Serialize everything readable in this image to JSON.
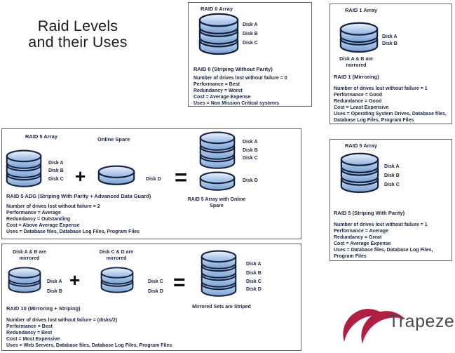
{
  "title": {
    "line1": "Raid Levels",
    "line2": "and their Uses"
  },
  "symbols": {
    "plus": "+",
    "equals": "="
  },
  "panels": {
    "raid0": {
      "array_label": "RAID 0 Array",
      "disks": [
        "Disk A",
        "Disk B",
        "Disk C"
      ],
      "subtitle": "RAID 0 (Striping Without Parity)",
      "stats": [
        "Number of drives lost without failure = 0",
        "Performance = Best",
        "Redundancy = Worst",
        "Cost = Average Expense",
        "Uses = Non Mission Critical systems"
      ]
    },
    "raid1": {
      "array_label": "RAID 1 Array",
      "disks": [
        "Disk A",
        "Disk B"
      ],
      "mirror_caption": "Disk A & B are mirrored",
      "subtitle": "RAID 1 (Mirroring)",
      "stats": [
        "Number of drives lost without failure = 1",
        "Performance = Good",
        "Redundance = Good",
        "Cost = Least Expensive",
        "Uses = Operating System Drives, Database files, Database Log Files, Program Files"
      ]
    },
    "raid5adg": {
      "array_label": "RAID 5 Array",
      "spare_label": "Online Spare",
      "array_disks": [
        "Disk A",
        "Disk B",
        "Disk C"
      ],
      "spare_disk": "Disk D",
      "result_disks": [
        "Disk A",
        "Disk B",
        "Disk C",
        "Disk D"
      ],
      "result_caption": "RAID 5 Array with Online Spare",
      "subtitle": "RAID 5 ADG (Striping With Parity + Advanced Data Guard)",
      "stats": [
        "Number of drives lost without failure = 2",
        "Performance = Average",
        "Redundancy = Outstanding",
        "Cost = Above Average Expense",
        "Uses = Database files, Database Log Files, Program Files"
      ]
    },
    "raid5": {
      "array_label": "RAID 5 Array",
      "disks": [
        "Disk A",
        "Disk B",
        "Disk C"
      ],
      "subtitle": "RAID 5 (Striping With Parity)",
      "stats": [
        "Number of drives lost without failure = 1",
        "Performance = Average",
        "Redundancy = Great",
        "Cost = Average Expense",
        "Uses = Database files, Database Log Files, Program Files"
      ]
    },
    "raid10": {
      "left_caption": "Disk A & B are mirrored",
      "left_disks": [
        "Disk A",
        "Disk B"
      ],
      "mid_caption": "Disk C & D are mirrored",
      "mid_disks": [
        "Disk C",
        "Disk D"
      ],
      "result_disks": [
        "Disk A",
        "Disk B",
        "Disk C",
        "Disk D"
      ],
      "result_caption": "Mirrored Sets are Striped",
      "subtitle": "RAID 10 (Mirroring + Striping)",
      "stats": [
        "Number of drives lost without failure = (disks/2)",
        "Performance = Best",
        "Redundancy = Best",
        "Cost = Most Expensive",
        "Uses = Web Servers, Database files, Database Log Files, Program Files"
      ]
    }
  },
  "logo": {
    "text": "Trapeze",
    "swoosh_color": "#b01e41",
    "text_color": "#46494e"
  },
  "colors": {
    "panel_border": "#636363",
    "text": "#1b2440",
    "disk_outline": "#15223f",
    "disk_top_light": "#eef4fc",
    "disk_top_dark": "#8fb2e0",
    "disk_body_light": "#c9dcf3",
    "disk_body_dark": "#79a1d3"
  }
}
